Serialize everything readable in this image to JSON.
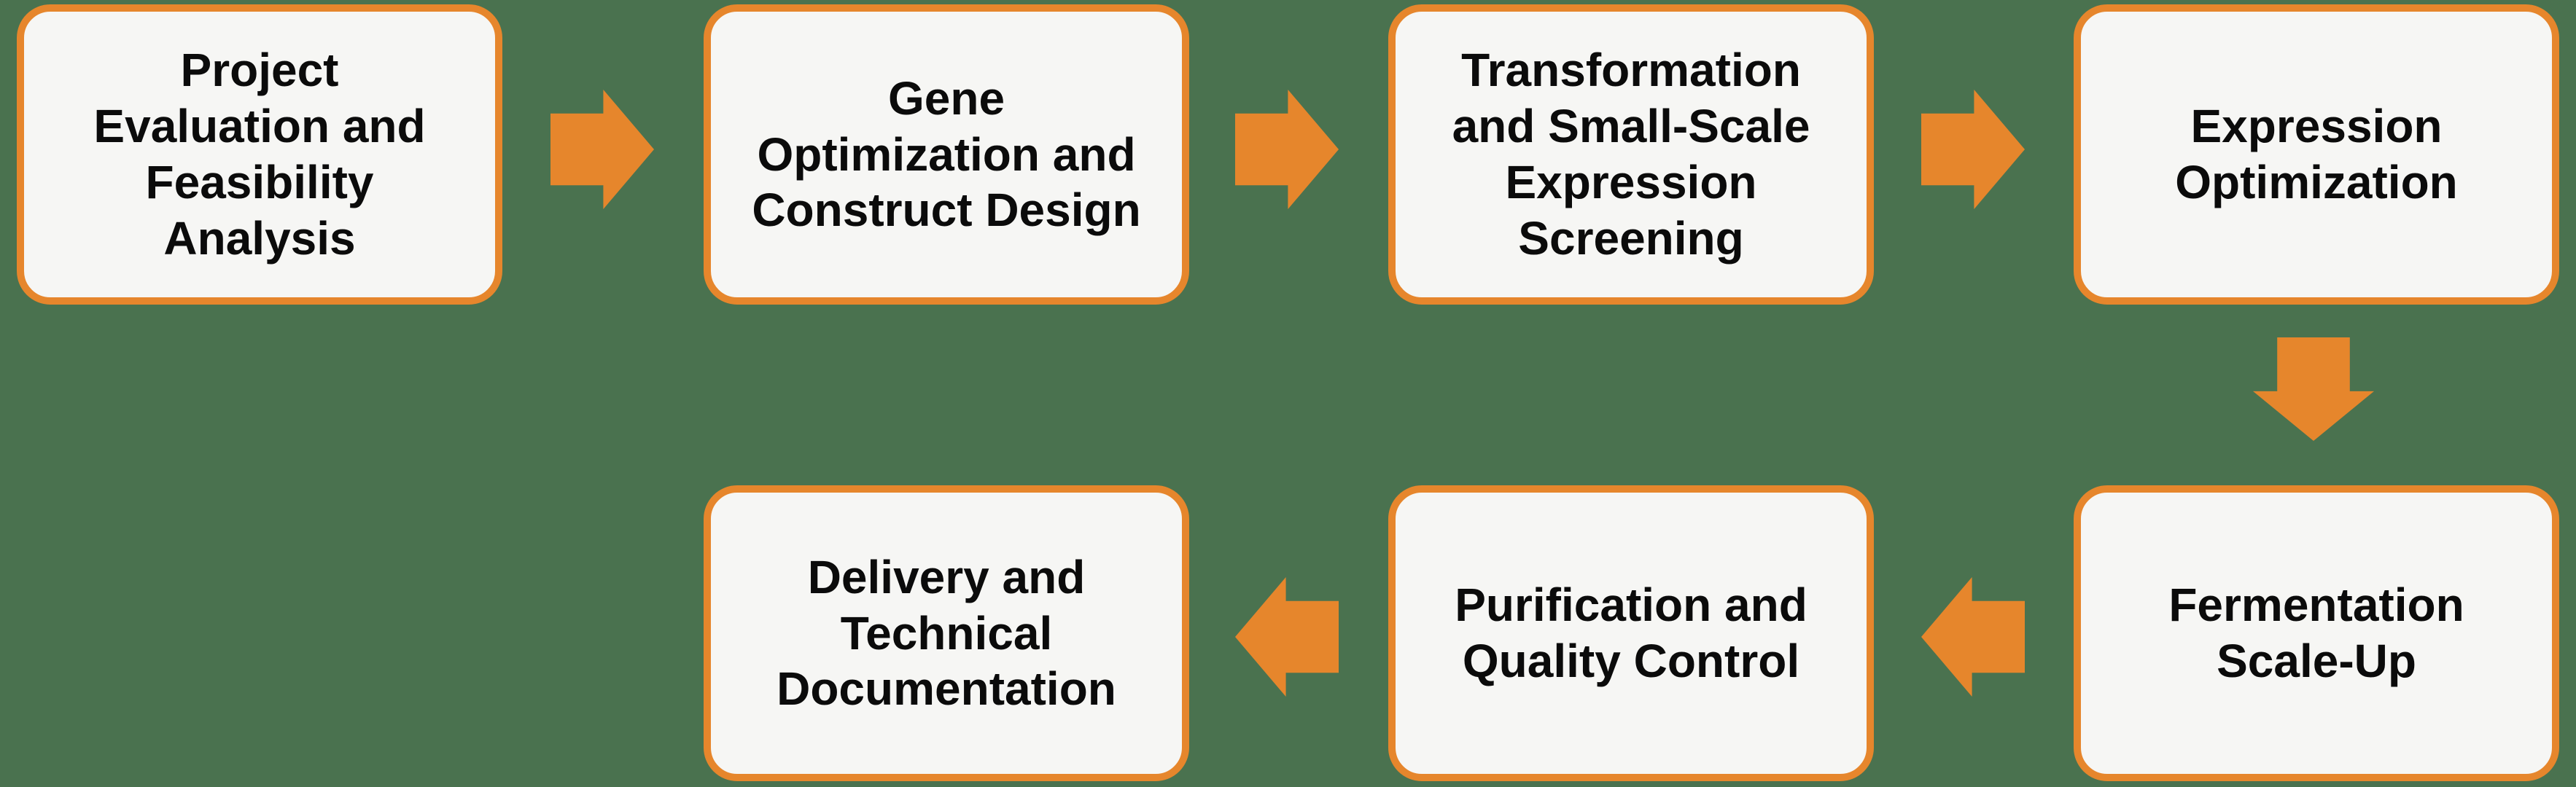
{
  "diagram": {
    "type": "flowchart",
    "colors": {
      "background": "#4A724F",
      "box_fill": "#F6F6F4",
      "accent": "#E6862C",
      "text": "#0B0B0B"
    },
    "steps": [
      {
        "label": "Project\nEvaluation and\nFeasibility\nAnalysis"
      },
      {
        "label": "Gene\nOptimization and\nConstruct Design"
      },
      {
        "label": "Transformation\nand Small-Scale\nExpression\nScreening"
      },
      {
        "label": "Expression\nOptimization"
      },
      {
        "label": "Fermentation\nScale-Up"
      },
      {
        "label": "Purification and\nQuality Control"
      },
      {
        "label": "Delivery and\nTechnical\nDocumentation"
      }
    ],
    "connectors": [
      {
        "from": 1,
        "to": 2,
        "direction": "right"
      },
      {
        "from": 2,
        "to": 3,
        "direction": "right"
      },
      {
        "from": 3,
        "to": 4,
        "direction": "right"
      },
      {
        "from": 4,
        "to": 5,
        "direction": "down"
      },
      {
        "from": 5,
        "to": 6,
        "direction": "left"
      },
      {
        "from": 6,
        "to": 7,
        "direction": "left"
      }
    ]
  }
}
